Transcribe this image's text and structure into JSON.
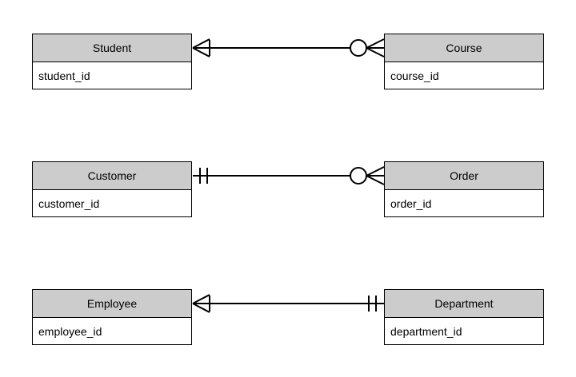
{
  "diagram": {
    "type": "entity-relationship-diagram",
    "notation": "crow's foot",
    "background_color": "#ffffff",
    "header_fill": "#cccccc",
    "body_fill": "#ffffff",
    "line_color": "#000000"
  },
  "relationships": [
    {
      "id": "student-course",
      "left": {
        "name": "Student",
        "attribute": "student_id",
        "cardinality_symbol": "one-or-many",
        "cardinality_label": "one or many"
      },
      "right": {
        "name": "Course",
        "attribute": "course_id",
        "cardinality_symbol": "zero-or-many",
        "cardinality_label": "zero or many"
      }
    },
    {
      "id": "customer-order",
      "left": {
        "name": "Customer",
        "attribute": "customer_id",
        "cardinality_symbol": "exactly-one",
        "cardinality_label": "exactly one"
      },
      "right": {
        "name": "Order",
        "attribute": "order_id",
        "cardinality_symbol": "zero-or-many",
        "cardinality_label": "zero or many"
      }
    },
    {
      "id": "employee-department",
      "left": {
        "name": "Employee",
        "attribute": "employee_id",
        "cardinality_symbol": "one-or-many",
        "cardinality_label": "one or many"
      },
      "right": {
        "name": "Department",
        "attribute": "department_id",
        "cardinality_symbol": "exactly-one",
        "cardinality_label": "exactly one"
      }
    }
  ]
}
